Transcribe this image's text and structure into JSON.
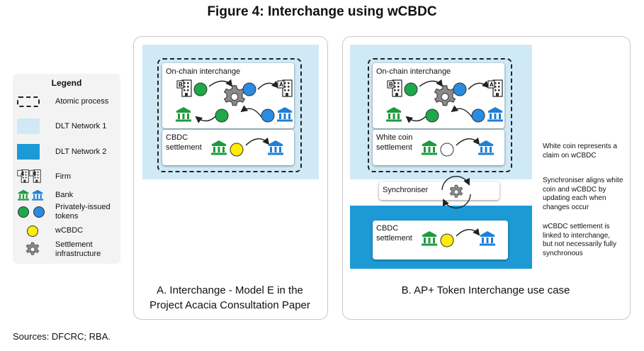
{
  "figure": {
    "title": "Figure 4: Interchange using wCBDC"
  },
  "legend": {
    "heading": "Legend",
    "atomic": "Atomic process",
    "dlt1": "DLT Network 1",
    "dlt2": "DLT Network 2",
    "firm": "Firm",
    "bank": "Bank",
    "tokens": "Privately-issued tokens",
    "wcbdc": "wCBDC",
    "infra": "Settlement infrastructure"
  },
  "panel_a": {
    "onchain": "On-chain interchange",
    "settlement_line1": "CBDC",
    "settlement_line2": "settlement",
    "caption_line1": "A. Interchange - Model E in the",
    "caption_line2": "Project Acacia Consultation Paper"
  },
  "panel_b": {
    "onchain": "On-chain interchange",
    "white_line1": "White coin",
    "white_line2": "settlement",
    "synchroniser": "Synchroniser",
    "cbdc_line1": "CBDC",
    "cbdc_line2": "settlement",
    "caption": "B. AP+ Token Interchange use case"
  },
  "notes": {
    "white_coin": "White coin represents a claim on wCBDC",
    "synchroniser": "Synchroniser aligns white coin and wCBDC by updating each when changes occur",
    "settlement": "wCBDC settlement is linked to interchange, but not necessarily fully synchronous"
  },
  "firm_letters": {
    "a": "A",
    "b": "B"
  },
  "colors": {
    "green": "#1fa84a",
    "blue": "#2a8be0",
    "yellow": "#ffee00",
    "bank_green": "#1e9a3e",
    "bank_blue": "#1f7fd6",
    "net1": "#cfe9f6",
    "net2": "#1d9ad6"
  },
  "sources": "Sources: DFCRC; RBA."
}
